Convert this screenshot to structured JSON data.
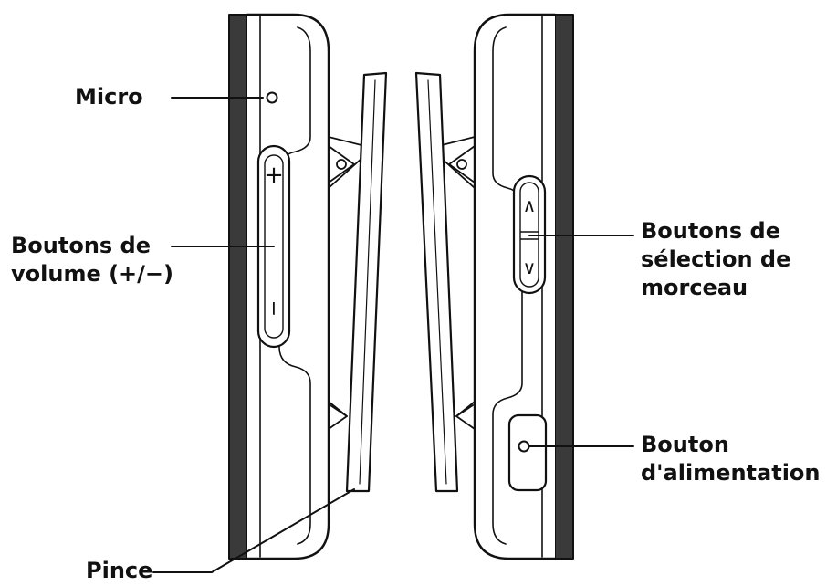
{
  "labels": {
    "micro": [
      "Micro"
    ],
    "volume": [
      "Boutons de",
      "volume (+/−)"
    ],
    "track": [
      "Boutons de",
      "sélection de",
      "morceau"
    ],
    "power": [
      "Bouton",
      "d'alimentation"
    ],
    "clip": [
      "Pince"
    ]
  },
  "button_glyphs": {
    "volume_up": "+",
    "volume_down": "−",
    "track_up": "∧",
    "track_down": "∨"
  },
  "colors": {
    "line": "#111111",
    "frame": "#3a3a3a",
    "background": "#ffffff"
  }
}
